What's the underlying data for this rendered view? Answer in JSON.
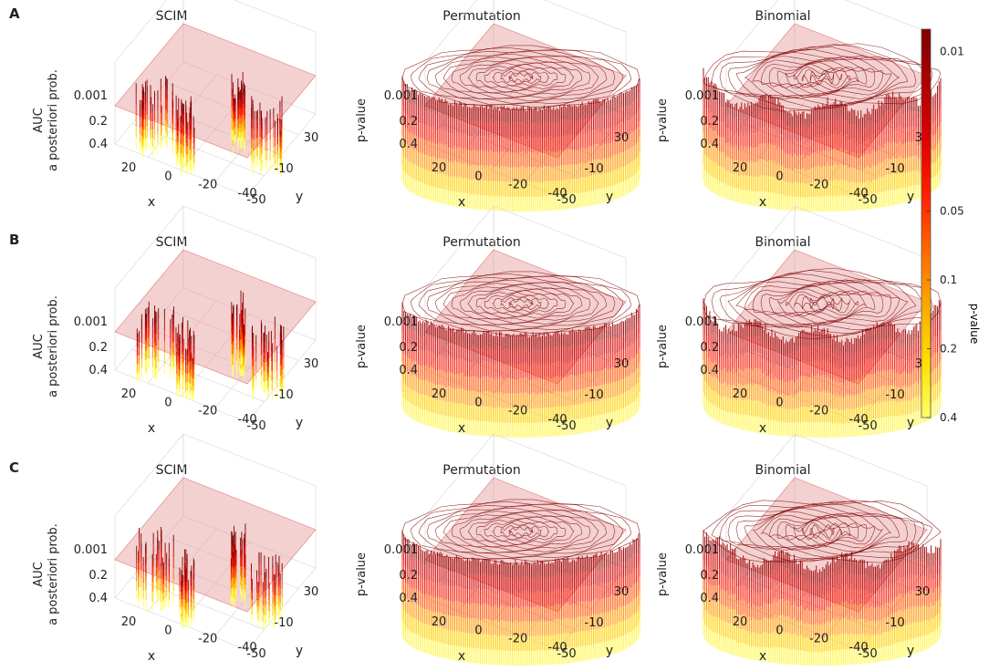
{
  "rows": [
    {
      "label": "A",
      "panels": [
        {
          "title": "SCIM",
          "ylabel_lines": [
            "AUC",
            "a posteriori prob."
          ],
          "style": "sparse",
          "seed": 3
        },
        {
          "title": "Permutation",
          "ylabel_lines": [
            "p-value"
          ],
          "style": "dense",
          "seed": 11
        },
        {
          "title": "Binomial",
          "ylabel_lines": [
            "p-value"
          ],
          "style": "wavy",
          "seed": 17
        }
      ]
    },
    {
      "label": "B",
      "panels": [
        {
          "title": "SCIM",
          "ylabel_lines": [
            "AUC",
            "a posteriori prob."
          ],
          "style": "sparse",
          "seed": 23
        },
        {
          "title": "Permutation",
          "ylabel_lines": [
            "p-value"
          ],
          "style": "dense",
          "seed": 29
        },
        {
          "title": "Binomial",
          "ylabel_lines": [
            "p-value"
          ],
          "style": "wavy",
          "seed": 31
        }
      ]
    },
    {
      "label": "C",
      "panels": [
        {
          "title": "SCIM",
          "ylabel_lines": [
            "AUC",
            "a posteriori prob."
          ],
          "style": "sparse",
          "seed": 41
        },
        {
          "title": "Permutation",
          "ylabel_lines": [
            "p-value"
          ],
          "style": "dense",
          "seed": 43
        },
        {
          "title": "Binomial",
          "ylabel_lines": [
            "p-value"
          ],
          "style": "wavy",
          "seed": 47
        }
      ]
    }
  ],
  "chart_data": {
    "type": "surface",
    "z_ticks": [
      "0.001",
      "0.2",
      "0.4"
    ],
    "x_ticks": [
      "20",
      "0",
      "-20",
      "-40"
    ],
    "y_ticks": [
      "30",
      "-10",
      "-50"
    ],
    "xlabel": "x",
    "ylabel": "y",
    "threshold_plane": {
      "color": "#e59a9a",
      "opacity": 0.45
    },
    "colorbar": {
      "label": "p-value",
      "tick_labels": [
        "0.01",
        "0.05",
        "0.1",
        "0.2",
        "0.4"
      ],
      "tick_values": [
        0.01,
        0.05,
        0.1,
        0.2,
        0.4
      ],
      "color_stops": [
        "#7f0000",
        "#b00000",
        "#e00000",
        "#ff2000",
        "#ff6a00",
        "#ffaa00",
        "#ffe000",
        "#ffff66"
      ]
    }
  }
}
